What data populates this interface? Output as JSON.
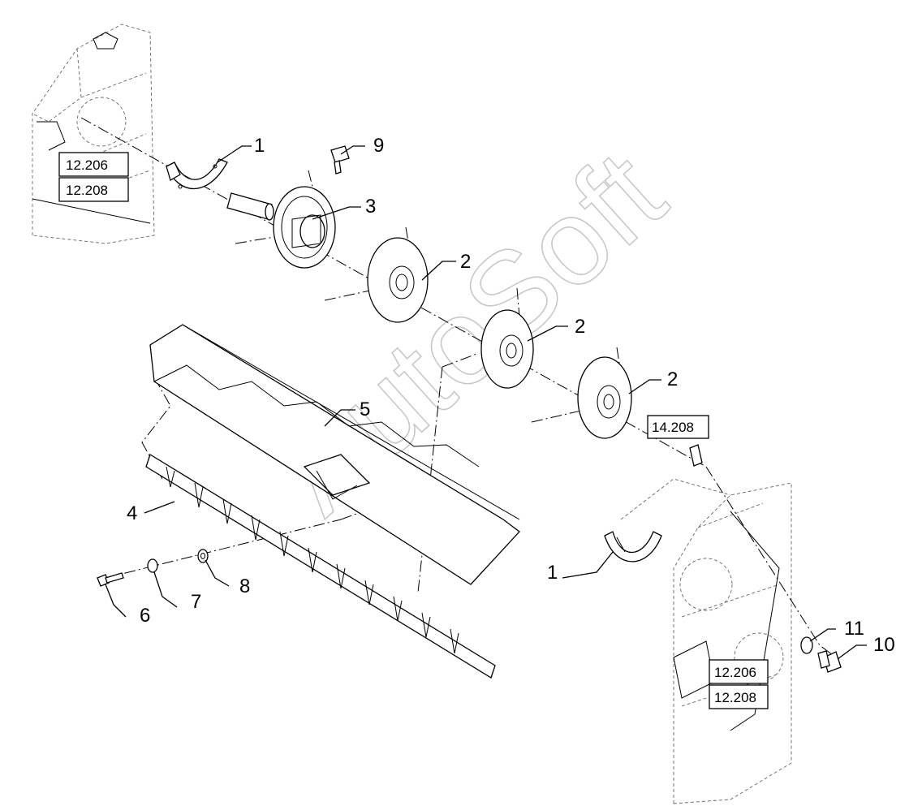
{
  "watermark": "AutoSoft",
  "callouts": {
    "c1_top": "1",
    "c9": "9",
    "c3": "3",
    "c2_a": "2",
    "c2_b": "2",
    "c2_c": "2",
    "c5": "5",
    "c4": "4",
    "c1_right": "1",
    "c6": "6",
    "c7": "7",
    "c8": "8",
    "c11": "11",
    "c10": "10"
  },
  "references": {
    "left_top": "12.206",
    "left_bottom": "12.208",
    "mid": "14.208",
    "right_top": "12.206",
    "right_bottom": "12.208"
  }
}
